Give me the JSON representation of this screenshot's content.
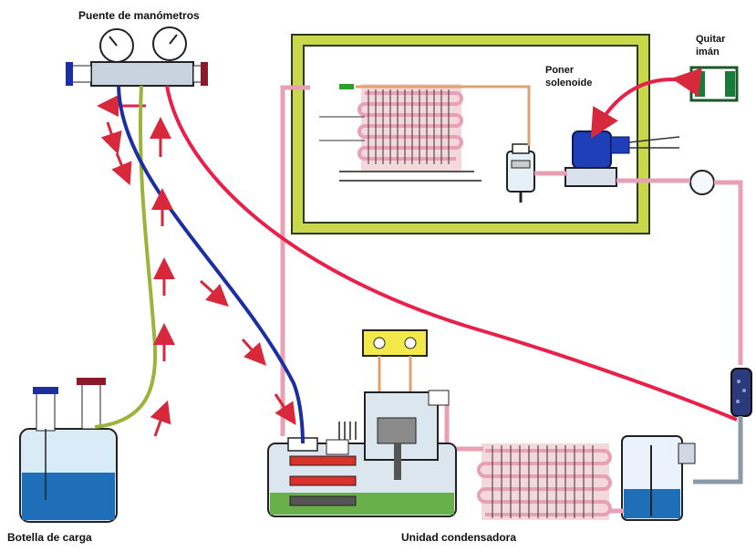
{
  "labels": {
    "gauge_manifold": "Puente de manómetros",
    "remove_magnet": "Quitar\nimán",
    "place_solenoid": "Poner\nsolenoide",
    "charging_bottle": "Botella de carga",
    "condensing_unit": "Unidad condensadora"
  },
  "colors": {
    "pipe_pink": "#e8a0b4",
    "pipe_orange": "#e0a070",
    "hose_red": "#e8204a",
    "hose_blue": "#1c2fa0",
    "hose_green": "#9ab43a",
    "arrow_red": "#d8283c",
    "cabinet_outer": "#c9d84a",
    "cabinet_border": "#2c3a1a",
    "liquid_blue": "#1e6fb8",
    "solenoid_blue": "#1f3fb8",
    "condenser_oil": "#6ab04a",
    "red_element": "#d8322a"
  },
  "icons": [
    "pressure-gauge-icon",
    "magnet-icon",
    "solenoid-valve-icon",
    "refrigerant-cylinder-icon",
    "compressor-icon",
    "receiver-tank-icon",
    "filter-drier-icon",
    "sight-glass-icon",
    "expansion-valve-icon"
  ]
}
